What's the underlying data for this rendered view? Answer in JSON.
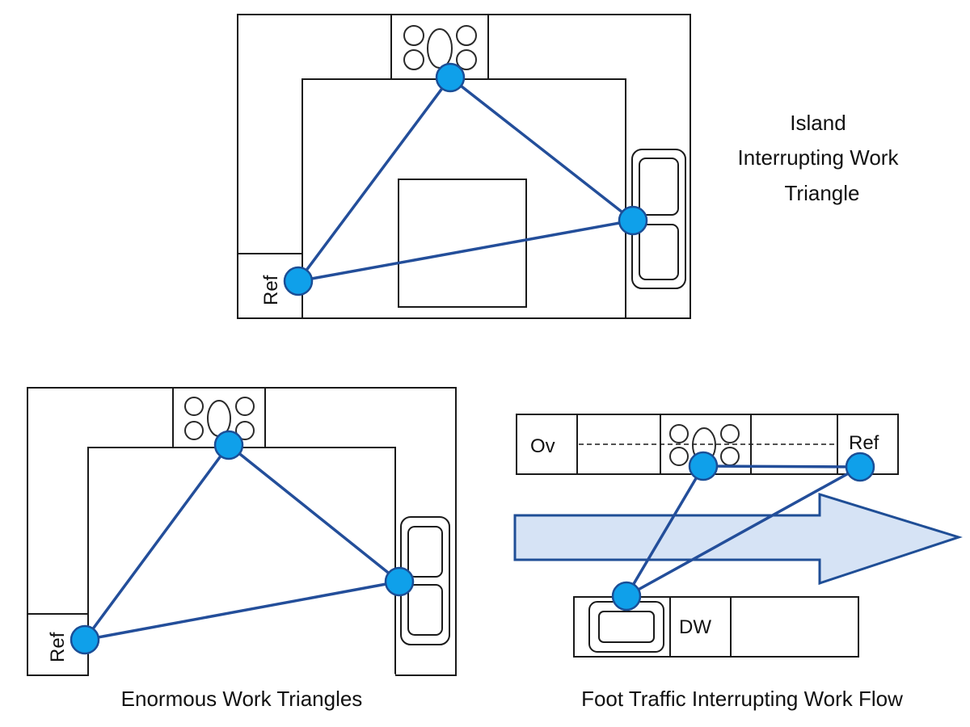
{
  "diagrams": [
    {
      "name": "island",
      "caption_lines": [
        "Island",
        "Interrupting Work",
        "Triangle"
      ],
      "labels": {
        "fridge": "Ref"
      }
    },
    {
      "name": "enormous",
      "caption": "Enormous Work Triangles",
      "labels": {
        "fridge": "Ref"
      }
    },
    {
      "name": "foot-traffic",
      "caption": "Foot Traffic Interrupting Work Flow",
      "labels": {
        "oven": "Ov",
        "fridge": "Ref",
        "dishwasher": "DW"
      }
    }
  ],
  "colors": {
    "node_fill": "#0fa0ea",
    "line": "#234e9a",
    "arrow_fill": "#d6e3f5"
  }
}
